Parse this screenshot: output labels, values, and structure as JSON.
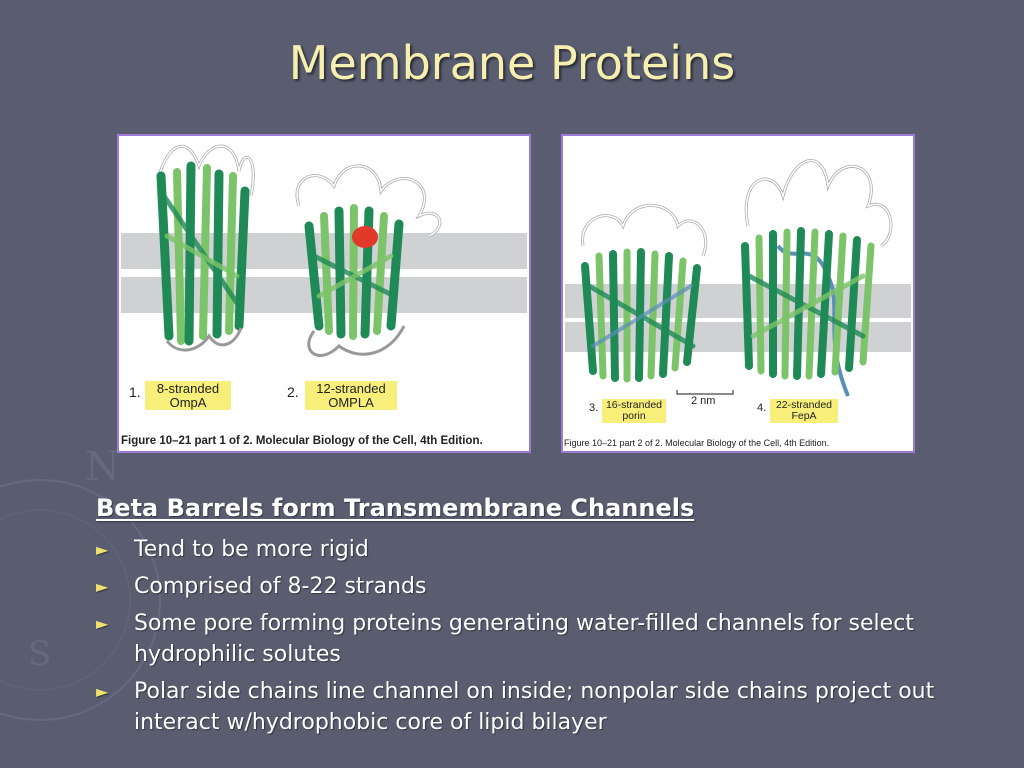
{
  "slide": {
    "title": "Membrane Proteins"
  },
  "figure_left": {
    "items": [
      {
        "number": "1.",
        "label_line1": "8-stranded",
        "label_line2": "OmpA"
      },
      {
        "number": "2.",
        "label_line1": "12-stranded",
        "label_line2": "OMPLA"
      }
    ],
    "caption": "Figure 10–21 part 1 of 2. Molecular Biology of the Cell, 4th Edition."
  },
  "figure_right": {
    "items": [
      {
        "number": "3.",
        "label_line1": "16-stranded",
        "label_line2": "porin"
      },
      {
        "number": "4.",
        "label_line1": "22-stranded",
        "label_line2": "FepA"
      }
    ],
    "scale_bar": "2 nm",
    "caption": "Figure 10–21 part 2 of 2. Molecular Biology of the Cell, 4th Edition."
  },
  "content": {
    "heading": "Beta Barrels form Transmembrane Channels",
    "bullet_icon": "triangle-right-icon",
    "bullets": [
      "Tend to be more rigid",
      "Comprised of 8-22 strands",
      "Some pore forming proteins generating water-filled channels for select hydrophilic solutes",
      "Polar side chains line channel on inside; nonpolar side chains project out interact w/hydrophobic core of lipid bilayer"
    ]
  },
  "colors": {
    "background": "#5a5d70",
    "title": "#f6f0b0",
    "text": "#ffffff",
    "bullet": "#f0e070",
    "figure_border": "#9c7ad6",
    "label_box": "#f7ef7a",
    "strand_dark": "#1f8a55",
    "strand_light": "#7cc46a",
    "membrane": "#cfd1d3"
  }
}
